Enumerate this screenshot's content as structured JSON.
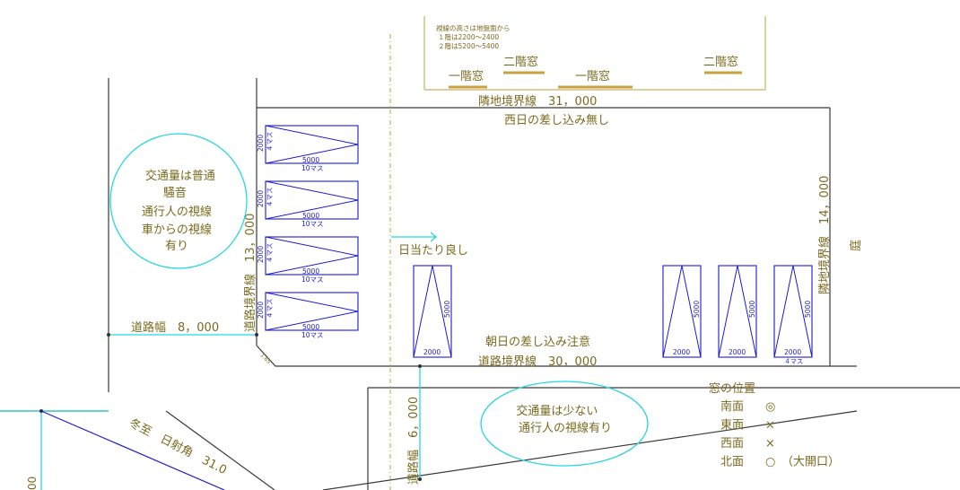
{
  "notes": {
    "line1": "視線の高さは地盤面から",
    "line2": "１階は2200〜2400",
    "line3": "２階は5200〜5400"
  },
  "windows": {
    "w1": "一階窓",
    "w2": "二階窓",
    "w3": "一階窓",
    "w4": "二階窓"
  },
  "boundaries": {
    "north": "隣地境界線　31，000",
    "north_note": "西日の差し込み無し",
    "east": "隣地境界線　14，000",
    "west": "道路境界線　13，000",
    "south": "道路境界線　30，000",
    "south_note": "朝日の差し込み注意",
    "sun": "日当たり良し",
    "garden": "庭"
  },
  "roads": {
    "west_width": "道路幅　8，000",
    "south_width": "道路幅　6，000"
  },
  "traffic": {
    "west": [
      "交通量は普通",
      "騒音",
      "通行人の視線",
      "車からの視線",
      "有り"
    ],
    "south": [
      "交通量は少ない",
      "通行人の視線有り"
    ]
  },
  "parking": {
    "dim_w": "2000",
    "dim_len": "5000",
    "masu": "４マス",
    "count": "10マス",
    "corner": "1.65"
  },
  "solar": {
    "label": "冬至　日射角　31.0",
    "left_num": "00"
  },
  "legend": {
    "title": "窓の位置",
    "rows": [
      {
        "face": "南面",
        "mark": "◎",
        "note": ""
      },
      {
        "face": "東面",
        "mark": "×",
        "note": ""
      },
      {
        "face": "西面",
        "mark": "×",
        "note": ""
      },
      {
        "face": "北面",
        "mark": "○",
        "note": "（大開口）"
      }
    ]
  },
  "colors": {
    "text": "#7a6a1e",
    "line": "#3a3a3a",
    "cyan": "#27d6e0",
    "blue": "#1d1bd0",
    "window": "#c9a23f"
  }
}
